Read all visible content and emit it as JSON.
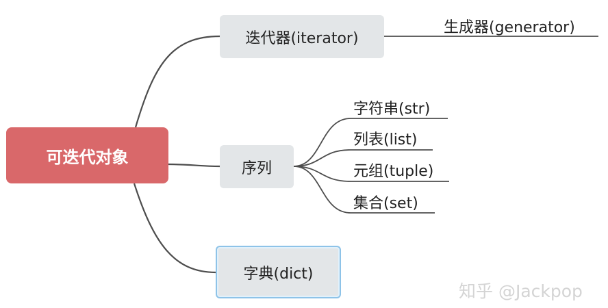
{
  "diagram": {
    "root": {
      "label": "可迭代对象"
    },
    "branches": {
      "iterator": {
        "label": "迭代器(iterator)"
      },
      "sequence": {
        "label": "序列"
      },
      "dict": {
        "label": "字典(dict)"
      }
    },
    "leaves": {
      "generator": {
        "label": "生成器(generator)"
      },
      "str": {
        "label": "字符串(str)"
      },
      "list": {
        "label": "列表(list)"
      },
      "tuple": {
        "label": "元组(tuple)"
      },
      "set": {
        "label": "集合(set)"
      }
    },
    "watermark": {
      "label": "知乎 @Jackpop"
    },
    "colors": {
      "root_fill": "#d9686a",
      "branch_fill": "#e3e6e8",
      "selected_border": "#8ec3e8",
      "line": "#4d4d4d"
    }
  }
}
